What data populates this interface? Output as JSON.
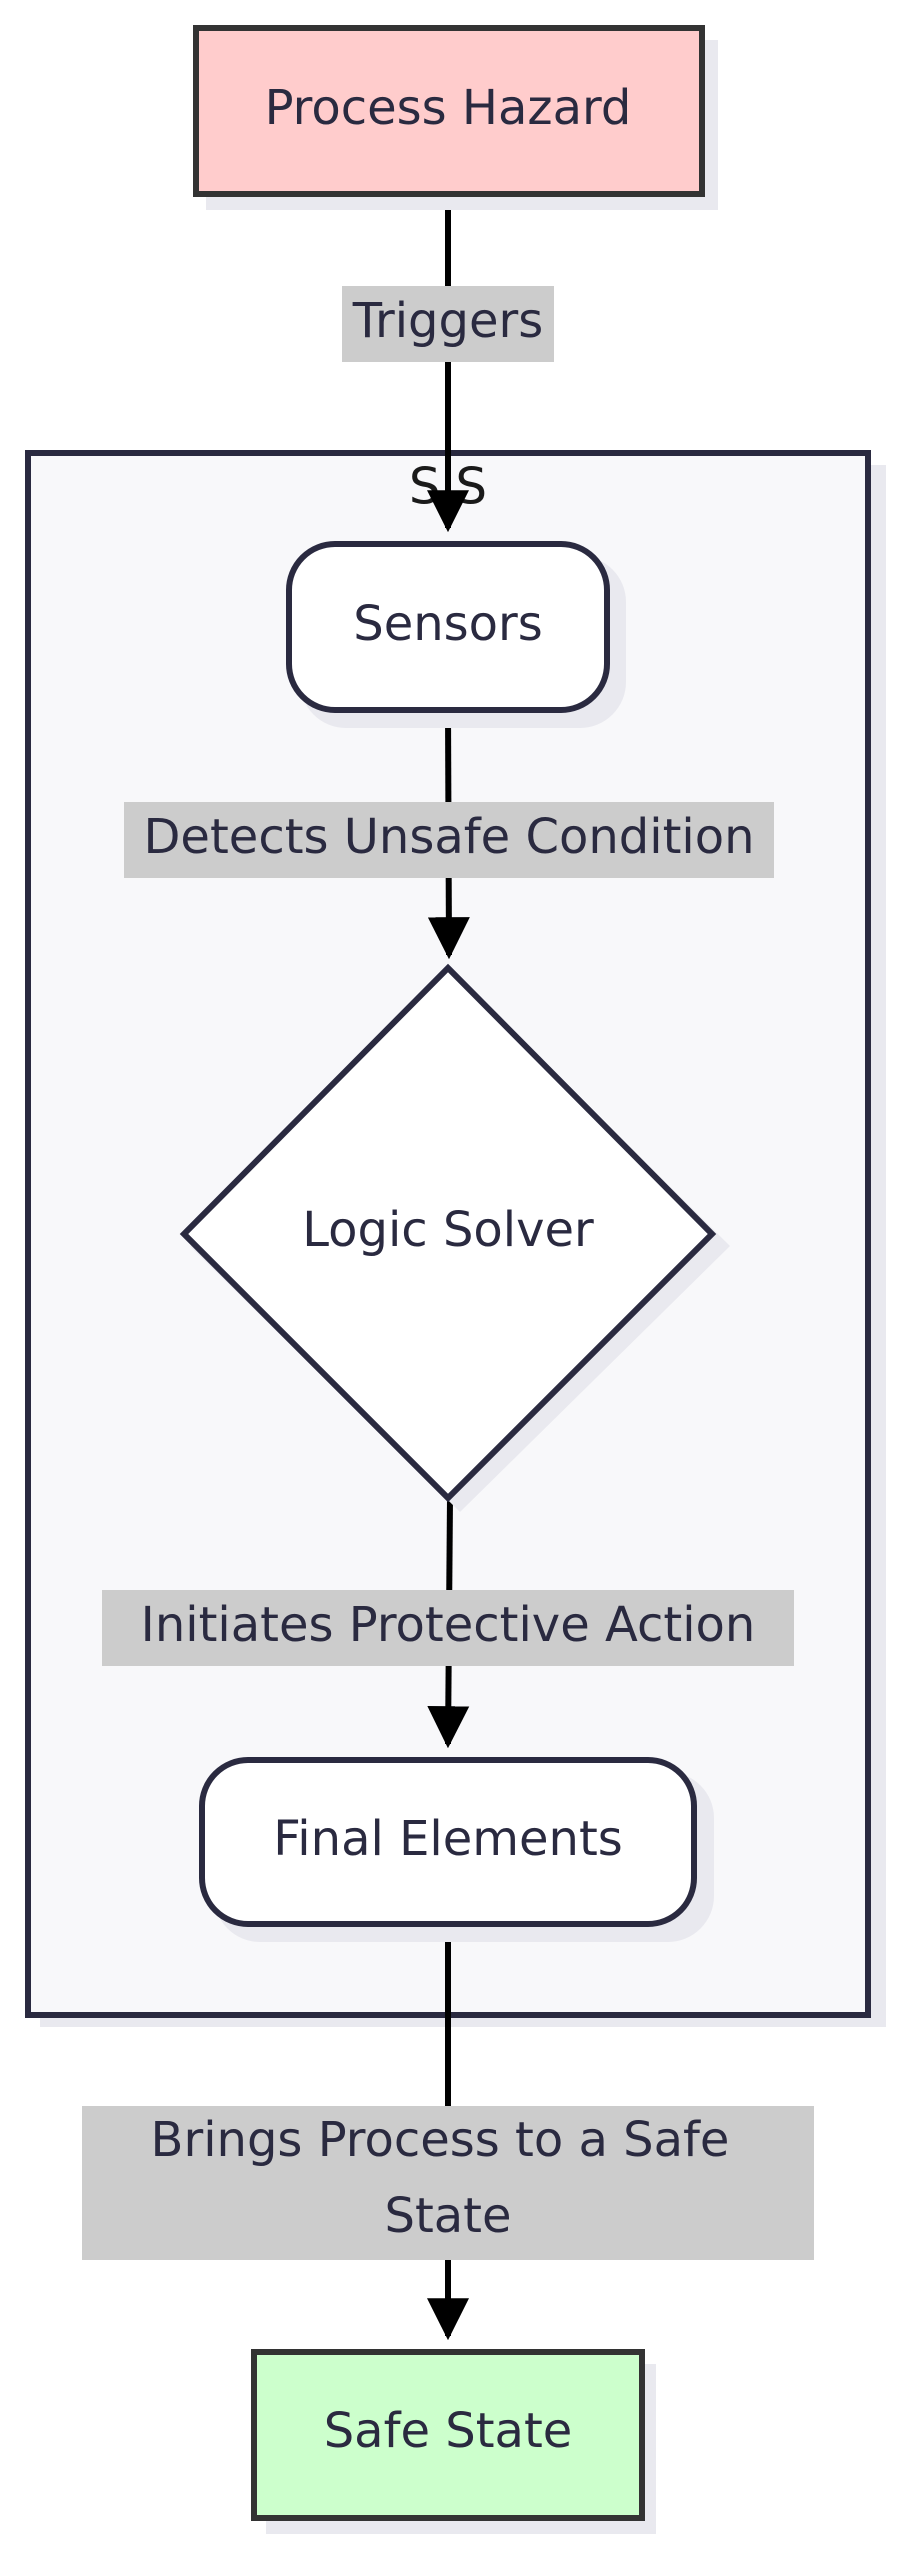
{
  "cluster": {
    "label": "SIS",
    "fill": "#f8f8fa",
    "stroke": "#2a2a40"
  },
  "nodes": {
    "process_hazard": {
      "label": "Process Hazard",
      "fill": "#ffcccc",
      "stroke": "#333333"
    },
    "sensors": {
      "label": "Sensors",
      "fill": "#ffffff",
      "stroke": "#2a2a40"
    },
    "logic_solver": {
      "label": "Logic Solver",
      "fill": "#ffffff",
      "stroke": "#2a2a40"
    },
    "final_elements": {
      "label": "Final Elements",
      "fill": "#ffffff",
      "stroke": "#2a2a40"
    },
    "safe_state": {
      "label": "Safe State",
      "fill": "#ccffcc",
      "stroke": "#333333"
    }
  },
  "edges": {
    "triggers": {
      "label": "Triggers"
    },
    "detects": {
      "label": "Detects Unsafe Condition"
    },
    "initiates": {
      "label": "Initiates Protective Action"
    },
    "brings_line1": {
      "label": "Brings Process to a Safe"
    },
    "brings_line2": {
      "label": "State"
    }
  }
}
